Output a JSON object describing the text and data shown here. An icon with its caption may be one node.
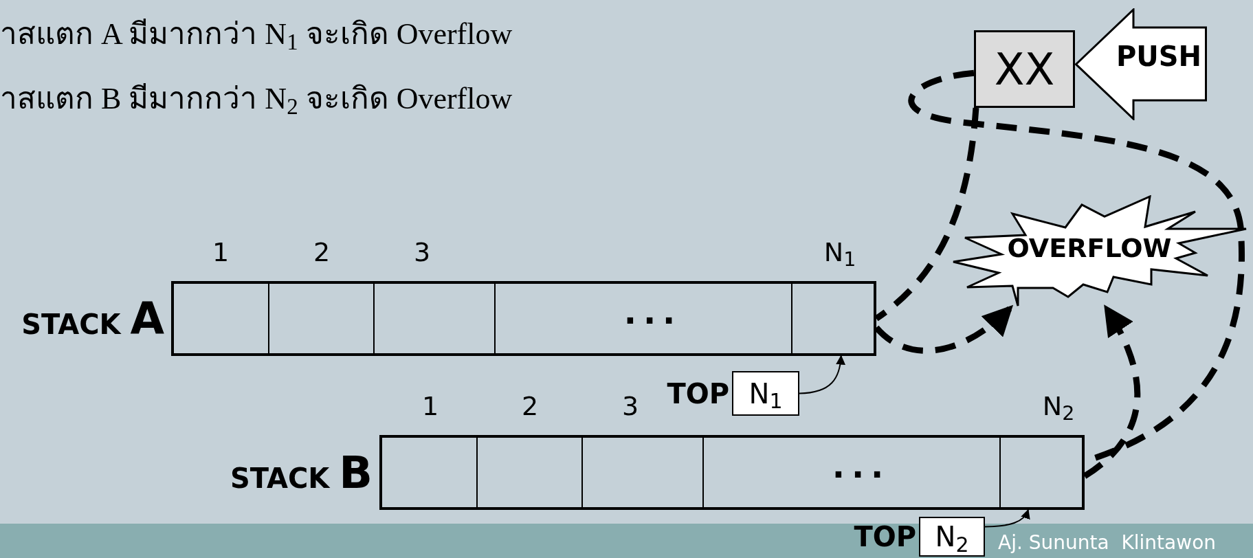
{
  "diagram": {
    "nodes": [
      {
        "text": [
          "XX"
        ]
      },
      {
        "text": [
          "PUSH"
        ]
      },
      {
        "text": [
          "OVERFLOW"
        ]
      },
      {
        "text": [
          "STACK A"
        ]
      },
      {
        "text": [
          "N$_{1}$"
        ],
        "beside": [
          "TOP"
        ]
      },
      {
        "text": [
          "STACK B"
        ]
      },
      {
        "text": [
          "N$_{2}$"
        ],
        "beside": [
          "TOP"
        ]
      }
    ],
    "edges": [
      {
        "from": 0,
        "to": 3,
        "arrow": "none",
        "style": "dashed"
      },
      {
        "from": 3,
        "to": 2,
        "arrow": "to",
        "style": "dashed"
      },
      {
        "from": 0,
        "to": 5,
        "arrow": "none",
        "style": "dashed"
      },
      {
        "from": 5,
        "to": 2,
        "arrow": "to",
        "style": "dashed"
      },
      {
        "from": 4,
        "to": 3,
        "arrow": "to"
      },
      {
        "from": 6,
        "to": 5,
        "arrow": "to"
      }
    ],
    "labels": [
      "าสแตก A มีมากกว่า N$_{1}$ จะเกิด Overflow",
      "าสแตก B มีมากกว่า N$_{2}$ จะเกิด Overflow",
      "1",
      "2",
      "3",
      "N$_{1}$",
      "...",
      "1",
      "2",
      "3",
      "N$_{2}$",
      "...",
      "Aj. Sununta  Klintawon"
    ]
  }
}
